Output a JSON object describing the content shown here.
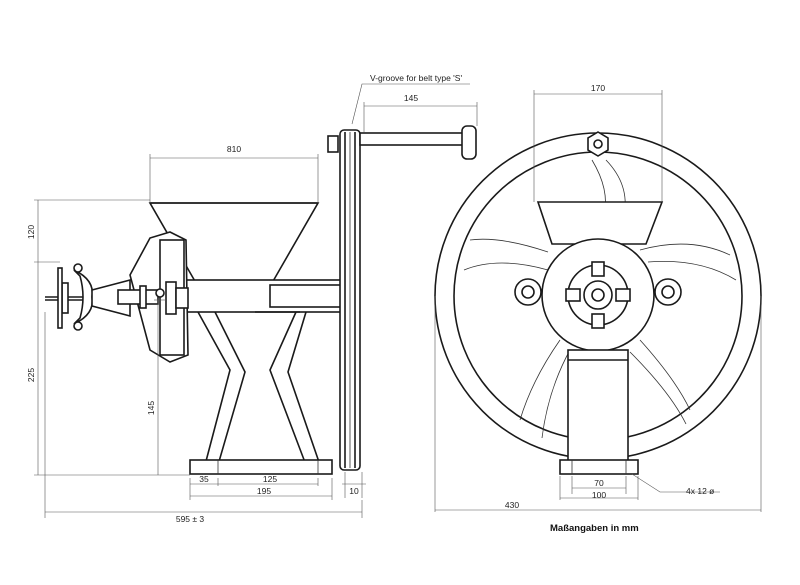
{
  "figure": {
    "caption": "Maßangaben in mm",
    "note_belt": "V-groove for belt type 'S'",
    "note_holes": "4x 12 ø"
  },
  "side_view": {
    "dims": {
      "hopper_width": "810",
      "crank_arm": "145",
      "height_upper": "120",
      "height_total": "225",
      "leg_height": "145",
      "foot_offset": "35",
      "foot_hole_spacing": "125",
      "foot_length": "195",
      "pulley_width": "10",
      "overall_length": "595 ± 3"
    }
  },
  "front_view": {
    "dims": {
      "top_width": "170",
      "overall_width": "430",
      "base_inner": "70",
      "base_outer": "100"
    }
  }
}
